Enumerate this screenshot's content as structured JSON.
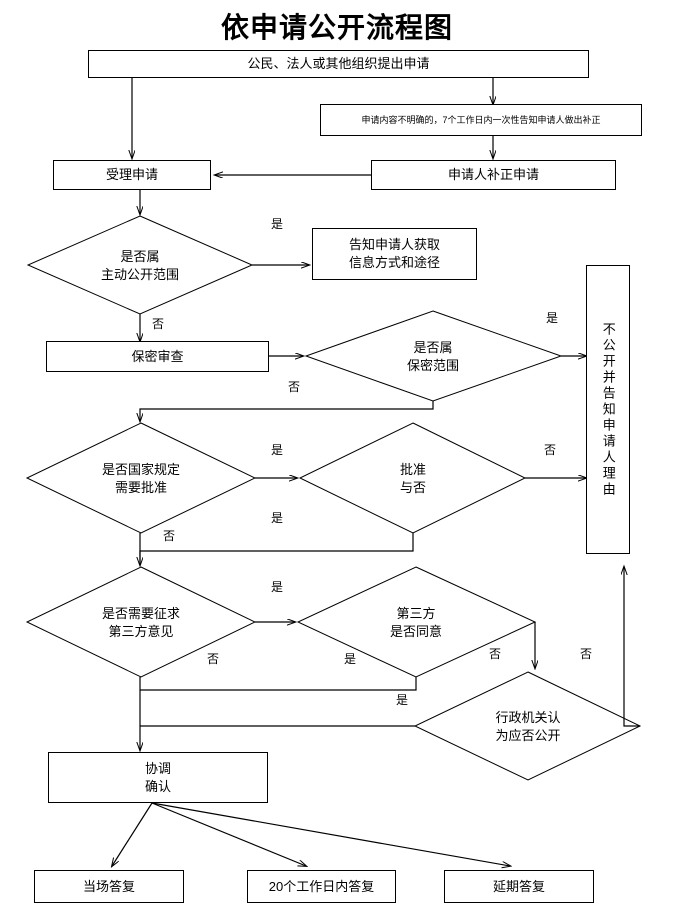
{
  "title": "依申请公开流程图",
  "nodes": {
    "apply": {
      "label": "公民、法人或其他组织提出申请",
      "shape": "rect"
    },
    "unclear_notice": {
      "label": "申请内容不明确的，7个工作日内一次性告知申请人做出补正",
      "shape": "rect"
    },
    "accept": {
      "label": "受理申请",
      "shape": "rect"
    },
    "supplement": {
      "label": "申请人补正申请",
      "shape": "rect"
    },
    "is_proactive": {
      "label": "是否属\n主动公开范围",
      "shape": "diamond"
    },
    "inform_access": {
      "label": "告知申请人获取\n信息方式和途径",
      "shape": "rect"
    },
    "confidential_review": {
      "label": "保密审查",
      "shape": "rect"
    },
    "is_confidential": {
      "label": "是否属\n保密范围",
      "shape": "diamond"
    },
    "not_disclose": {
      "label": "不公开并告知申请人理由",
      "shape": "rect-vertical"
    },
    "needs_approval": {
      "label": "是否国家规定\n需要批准",
      "shape": "diamond"
    },
    "approved": {
      "label": "批准\n与否",
      "shape": "diamond"
    },
    "need_third_party": {
      "label": "是否需要征求\n第三方意见",
      "shape": "diamond"
    },
    "third_party_agree": {
      "label": "第三方\n是否同意",
      "shape": "diamond"
    },
    "agency_decides": {
      "label": "行政机关认\n为应否公开",
      "shape": "diamond"
    },
    "coordinate_confirm": {
      "label": "协调\n确认",
      "shape": "rect"
    },
    "reply_onsite": {
      "label": "当场答复",
      "shape": "rect"
    },
    "reply_20days": {
      "label": "20个工作日内答复",
      "shape": "rect"
    },
    "reply_delayed": {
      "label": "延期答复",
      "shape": "rect"
    }
  },
  "edge_labels": {
    "yes1": "是",
    "no1": "否",
    "yes2": "是",
    "no2": "否",
    "yes3": "是",
    "yes4": "是",
    "no3": "否",
    "no4": "否",
    "yes5": "是",
    "no5": "否",
    "yes6": "是",
    "no6": "否",
    "yes7": "是",
    "no7": "否"
  },
  "colors": {
    "stroke": "#000000",
    "fill": "#ffffff",
    "text": "#000000"
  }
}
